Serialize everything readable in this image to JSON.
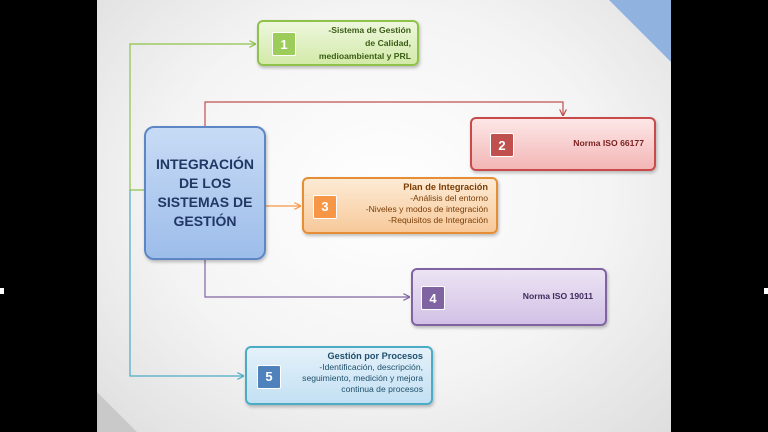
{
  "colors": {
    "main": "#9dbdea",
    "green": "#9ccc5a",
    "red": "#c0504d",
    "orange": "#f79646",
    "purple": "#8064a2",
    "blue": "#4f81bd"
  },
  "diagram": {
    "central": {
      "title": "INTEGRACIÓN\nDE LOS\nSISTEMAS DE\nGESTIÓN"
    },
    "box1": {
      "number": "1",
      "lines": [
        "-Sistema de Gestión",
        "de Calidad,",
        "medioambiental y PRL"
      ]
    },
    "box2": {
      "number": "2",
      "text": "Norma ISO 66177"
    },
    "box3": {
      "number": "3",
      "heading": "Plan de Integración",
      "lines": [
        "-Análisis del entorno",
        "-Niveles y modos de integración",
        "-Requisitos de Integración"
      ]
    },
    "box4": {
      "number": "4",
      "text": "Norma ISO 19011"
    },
    "box5": {
      "number": "5",
      "heading": "Gestión por Procesos",
      "lines": [
        "-Identificación, descripción,",
        "seguimiento, medición y mejora",
        "continua de procesos"
      ]
    }
  }
}
